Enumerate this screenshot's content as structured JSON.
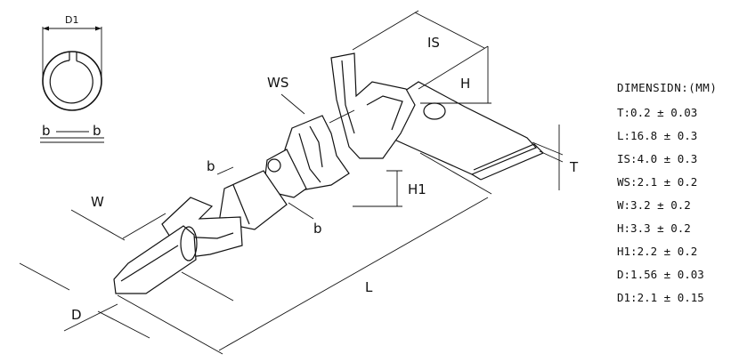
{
  "labels": {
    "d1": "D1",
    "b_left": "b",
    "b_right": "b",
    "ws": "WS",
    "is": "IS",
    "h": "H",
    "t": "T",
    "h1": "H1",
    "b_upper": "b",
    "b_lower": "b",
    "w": "W",
    "l": "L",
    "d": "D"
  },
  "dimensions": {
    "title": "DIMENSIDN:(MM)",
    "rows": [
      "T:0.2 ± 0.03",
      "L:16.8 ± 0.3",
      "IS:4.0 ± 0.3",
      "WS:2.1 ± 0.2",
      "W:3.2 ± 0.2",
      "H:3.3 ± 0.2",
      "H1:2.2 ± 0.2",
      "D:1.56 ± 0.03",
      "D1:2.1 ± 0.15"
    ]
  }
}
